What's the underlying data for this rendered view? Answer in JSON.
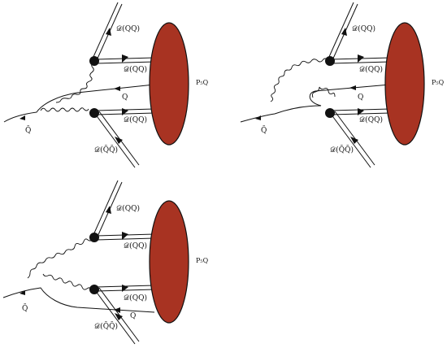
{
  "labels": {
    "diquark": "𝒟(QQ)",
    "antidiquark": "𝒟(Q̄Q̄)",
    "quark": "Q",
    "antiquark": "Q̄",
    "pentaquark": "P₅Q"
  }
}
